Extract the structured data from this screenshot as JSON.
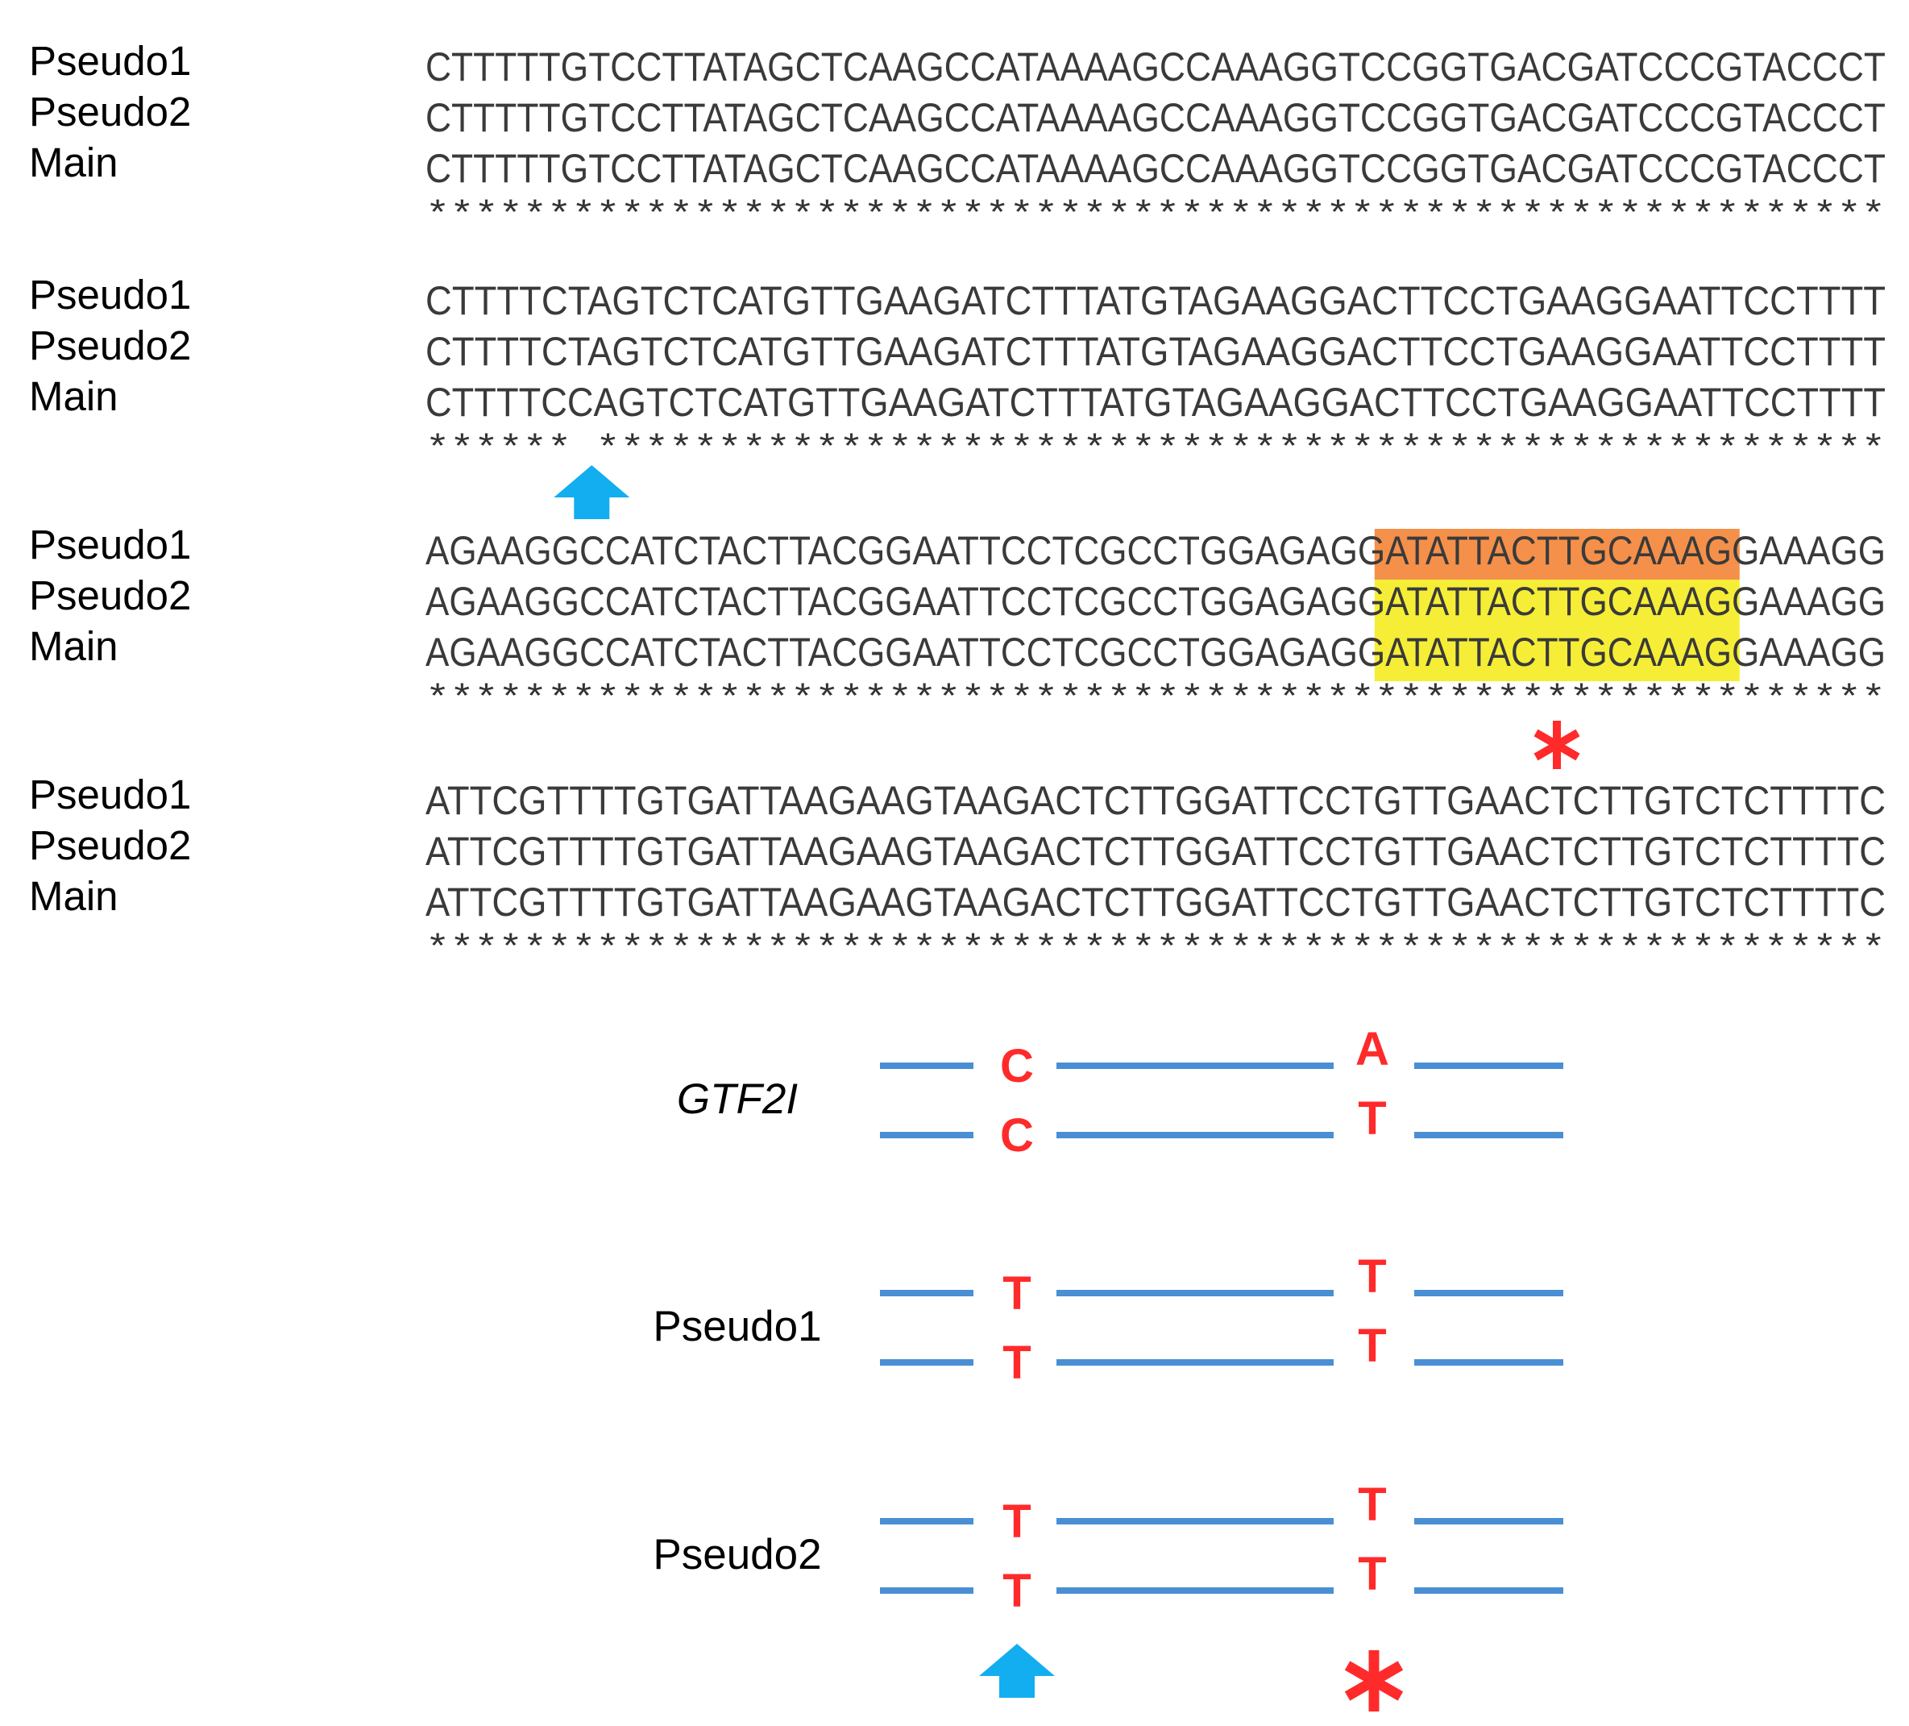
{
  "alignment": {
    "blocks": [
      {
        "rows": [
          {
            "name": "Pseudo1",
            "seq": "CTTTTTGTCCTTATAGCTCAAGCCATAAAAGCCAAAGGTCCGGTGACGATCCCGTACCCT"
          },
          {
            "name": "Pseudo2",
            "seq": "CTTTTTGTCCTTATAGCTCAAGCCATAAAAGCCAAAGGTCCGGTGACGATCCCGTACCCT"
          },
          {
            "name": "Main",
            "seq": "CTTTTTGTCCTTATAGCTCAAGCCATAAAAGCCAAAGGTCCGGTGACGATCCCGTACCCT"
          }
        ],
        "consensus": "************************************************************",
        "mark": null
      },
      {
        "rows": [
          {
            "name": "Pseudo1",
            "seq": "CTTTTCTAGTCTCATGTTGAAGATCTTTATGTAGAAGGACTTCCTGAAGGAATTCCTTTT"
          },
          {
            "name": "Pseudo2",
            "seq": "CTTTTCTAGTCTCATGTTGAAGATCTTTATGTAGAAGGACTTCCTGAAGGAATTCCTTTT"
          },
          {
            "name": "Main",
            "seq": "CTTTTCCAGTCTCATGTTGAAGATCTTTATGTAGAAGGACTTCCTGAAGGAATTCCTTTT"
          }
        ],
        "consensus": "****** *****************************************************",
        "mark": {
          "type": "arrow",
          "color": "#12aef0"
        }
      },
      {
        "rows": [
          {
            "name": "Pseudo1",
            "seq": "AGAAGGCCATCTACTTACGGAATTCCTCGCCTGGAGAGGATATTACTTGCAAAGGAAAGG"
          },
          {
            "name": "Pseudo2",
            "seq": "AGAAGGCCATCTACTTACGGAATTCCTCGCCTGGAGAGGATATTACTTGCAAAGGAAAGG"
          },
          {
            "name": "Main",
            "seq": "AGAAGGCCATCTACTTACGGAATTCCTCGCCTGGAGAGGATATTACTTGCAAAGGAAAGG"
          }
        ],
        "consensus": "************************************************************",
        "highlight": {
          "colors": [
            "#f5904a",
            "#f6ee36",
            "#f6ee36"
          ]
        },
        "mark": {
          "type": "asterisk",
          "color": "#ff2a2a"
        }
      },
      {
        "rows": [
          {
            "name": "Pseudo1",
            "seq": "ATTCGTTTTGTGATTAAGAAGTAAGACTCTTGGATTCCTGTTGAACTCTTGTCTCTTTTC"
          },
          {
            "name": "Pseudo2",
            "seq": "ATTCGTTTTGTGATTAAGAAGTAAGACTCTTGGATTCCTGTTGAACTCTTGTCTCTTTTC"
          },
          {
            "name": "Main",
            "seq": "ATTCGTTTTGTGATTAAGAAGTAAGACTCTTGGATTCCTGTTGAACTCTTGTCTCTTTTC"
          }
        ],
        "consensus": "************************************************************",
        "mark": null
      }
    ]
  },
  "haplotypes": {
    "line_color": "#4a8fd4",
    "base_color": "#ff2a2a",
    "groups": [
      {
        "label": "GTF2I",
        "italic": true,
        "strands": [
          {
            "left": "C",
            "right": "A"
          },
          {
            "left": "C",
            "right": "T"
          }
        ]
      },
      {
        "label": "Pseudo1",
        "italic": false,
        "strands": [
          {
            "left": "T",
            "right": "T"
          },
          {
            "left": "T",
            "right": "T"
          }
        ]
      },
      {
        "label": "Pseudo2",
        "italic": false,
        "strands": [
          {
            "left": "T",
            "right": "T"
          },
          {
            "left": "T",
            "right": "T"
          }
        ]
      }
    ],
    "markers": {
      "left": "arrow",
      "right": "asterisk"
    }
  }
}
